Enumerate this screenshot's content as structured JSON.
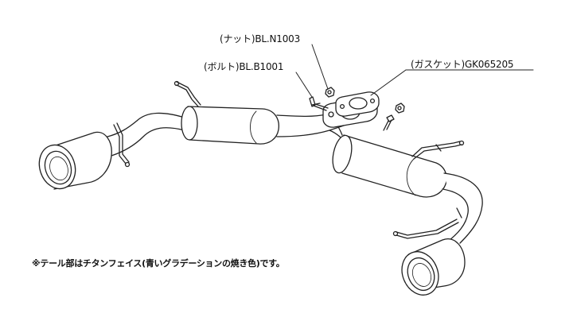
{
  "labels": {
    "nut": "(ナット)BL.N1003",
    "bolt": "(ボルト)BL.B1001",
    "gasket": "(ガスケット)GK065205"
  },
  "note": "※テール部はチタンフェイス(青いグラデーションの焼き色)です。",
  "colors": {
    "line": "#222222",
    "fill": "#ffffff"
  }
}
